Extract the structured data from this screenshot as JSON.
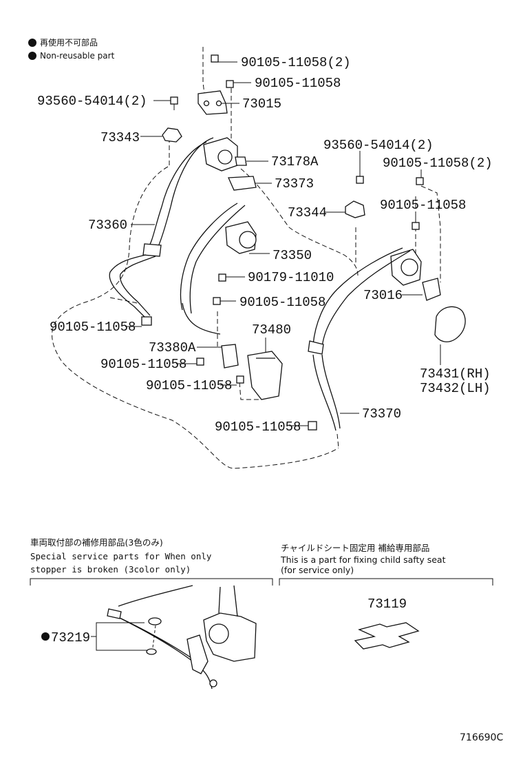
{
  "legend": {
    "jp": "再使用不可部品",
    "en": "Non-reusable part"
  },
  "labels": {
    "p90105_11058_2_top": "90105-11058(2)",
    "p90105_11058_top": "90105-11058",
    "p93560_54014_2_left": "93560-54014(2)",
    "p73015": "73015",
    "p73343": "73343",
    "p73178A": "73178A",
    "p73373": "73373",
    "p93560_54014_2_right": "93560-54014(2)",
    "p90105_11058_2_right": "90105-11058(2)",
    "p73360": "73360",
    "p73344": "73344",
    "p90105_11058_right": "90105-11058",
    "p73350": "73350",
    "p90179_11010": "90179-11010",
    "p73016": "73016",
    "p90105_11058_mid": "90105-11058",
    "p90105_11058_left": "90105-11058",
    "p73480": "73480",
    "p73380A": "73380A",
    "p90105_11058_buckle1": "90105-11058",
    "p90105_11058_buckle2": "90105-11058",
    "p73431": "73431(RH)",
    "p73432": "73432(LH)",
    "p73370": "73370",
    "p90105_11058_bottom": "90105-11058"
  },
  "service_left": {
    "jp": "車両取付部の補修用部品(3色のみ)",
    "en_line1": "Special  service  parts  for  When  only",
    "en_line2": "stopper  is  broken  (3color  only)",
    "part": "73219"
  },
  "service_right": {
    "jp": "チャイルドシート固定用  補給専用部品",
    "en_line1": "This is a part for fixing child safty seat",
    "en_line2": "(for service only)",
    "part": "73119"
  },
  "diagram_code": "716690C"
}
